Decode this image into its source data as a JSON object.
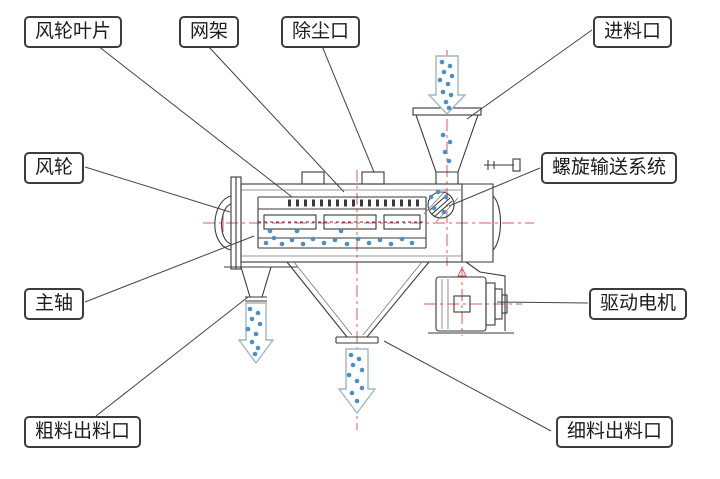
{
  "labels": {
    "blade": "风轮叶片",
    "mesh_frame": "网架",
    "dust_port": "除尘口",
    "feed_inlet": "进料口",
    "wind_wheel": "风轮",
    "screw_conveyor": "螺旋输送系统",
    "main_shaft": "主轴",
    "drive_motor": "驱动电机",
    "coarse_outlet": "粗料出料口",
    "fine_outlet": "细料出料口"
  },
  "colors": {
    "outline": "#3a3a3a",
    "centerline": "#e0575a",
    "particle": "#4a90c8",
    "flow_arrow_outline": "#9fb6c4",
    "label_border": "#3c3c3c",
    "label_text": "#1c1c1c",
    "background": "#ffffff"
  }
}
